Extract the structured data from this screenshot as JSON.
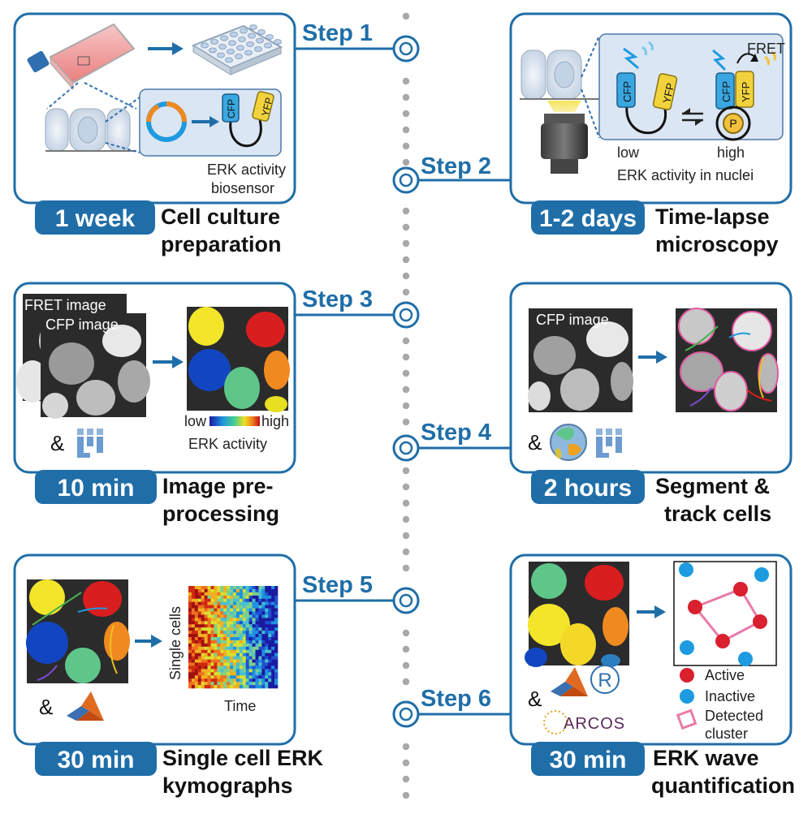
{
  "steps": [
    {
      "label": "Step 1",
      "duration": "1 week",
      "title_lines": [
        "Cell culture",
        "preparation"
      ],
      "inner": [
        "ERK activity",
        "biosensor"
      ],
      "cfp": "CFP",
      "yfp": "YFP"
    },
    {
      "label": "Step 2",
      "duration": "1-2 days",
      "title_lines": [
        "Time-lapse",
        "microscopy"
      ],
      "fret": "FRET",
      "low": "low",
      "high": "high",
      "nuclei": "ERK activity in nuclei",
      "cfp": "CFP",
      "yfp": "YFP",
      "p": "P"
    },
    {
      "label": "Step 3",
      "duration": "10 min",
      "title_lines": [
        "Image pre-",
        "processing"
      ],
      "fret_image": "FRET image",
      "cfp_image": "CFP image",
      "scale_low": "low",
      "scale_high": "high",
      "erk": "ERK activity",
      "amp": "&"
    },
    {
      "label": "Step 4",
      "duration": "2 hours",
      "title_lines": [
        "Segment &",
        "track cells"
      ],
      "cfp_image": "CFP image",
      "amp": "&"
    },
    {
      "label": "Step 5",
      "duration": "30 min",
      "title_lines": [
        "Single cell ERK",
        "kymographs"
      ],
      "ylabel": "Single cells",
      "xlabel": "Time",
      "amp": "&"
    },
    {
      "label": "Step 6",
      "duration": "30 min",
      "title_lines": [
        "ERK wave",
        "quantification"
      ],
      "legend": [
        "Active",
        "Inactive",
        "Detected",
        "cluster"
      ],
      "arcos": "ARCOS",
      "r": "R",
      "amp": "&"
    }
  ],
  "colors": {
    "accent": "#1f6ea8",
    "cfp": "#3aa7e0",
    "yfp": "#f2d23c",
    "active": "#d8202e",
    "inactive": "#1e9be0",
    "cluster": "#e87aa8"
  },
  "icons": [
    "flask-icon",
    "arrow-right-icon",
    "well-plate-icon",
    "plasmid-icon",
    "biosensor-icon",
    "microscope-icon",
    "fiji-icon",
    "cellpose-icon",
    "matlab-icon",
    "r-logo-icon",
    "arcos-logo-icon"
  ]
}
